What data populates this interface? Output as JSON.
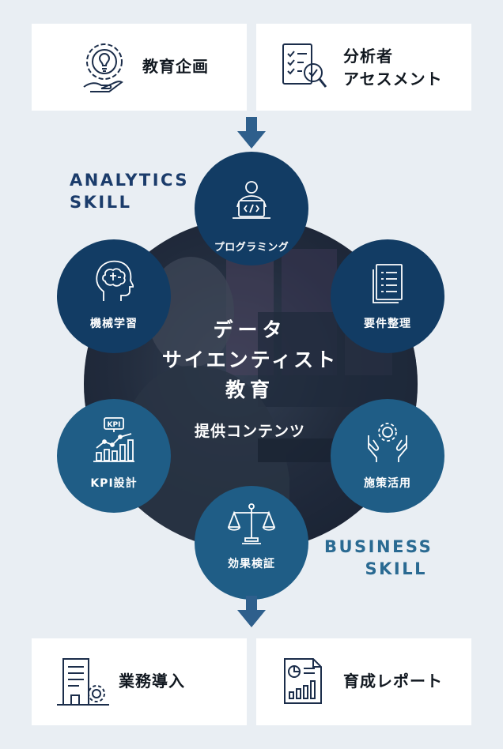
{
  "top_cards": {
    "planning": {
      "label": "教育企画",
      "icon": "lightbulb-gear-hand-icon"
    },
    "assessment": {
      "label_line1": "分析者",
      "label_line2": "アセスメント",
      "icon": "checklist-magnifier-icon"
    }
  },
  "bottom_cards": {
    "adoption": {
      "label": "業務導入",
      "icon": "building-gear-icon"
    },
    "report": {
      "label": "育成レポート",
      "icon": "report-chart-icon"
    }
  },
  "skills": {
    "analytics": {
      "line1": "ANALYTICS",
      "line2": "SKILL"
    },
    "business": {
      "line1": "BUSINESS",
      "line2": "SKILL"
    }
  },
  "center": {
    "title_line1": "データ",
    "title_line2": "サイエンティスト",
    "title_line3": "教育",
    "subtitle": "提供コンテンツ"
  },
  "nodes": {
    "programming": {
      "label": "プログラミング",
      "icon": "laptop-code-icon"
    },
    "requirements": {
      "label": "要件整理",
      "icon": "document-list-icon"
    },
    "machine_learning": {
      "label": "機械学習",
      "icon": "brain-head-icon"
    },
    "kpi_design": {
      "label": "KPI設計",
      "icon": "kpi-bar-chart-icon",
      "icon_text": "KPI"
    },
    "measures": {
      "label": "施策活用",
      "icon": "hands-gear-icon"
    },
    "effect_verification": {
      "label": "効果検証",
      "icon": "scales-icon"
    }
  },
  "colors": {
    "background": "#e9eef3",
    "dark_navy": "#123c64",
    "mid_blue": "#1f5d86",
    "analytics_text": "#1b3c6b",
    "business_text": "#2a6a92",
    "arrow": "#2e5f8c"
  }
}
